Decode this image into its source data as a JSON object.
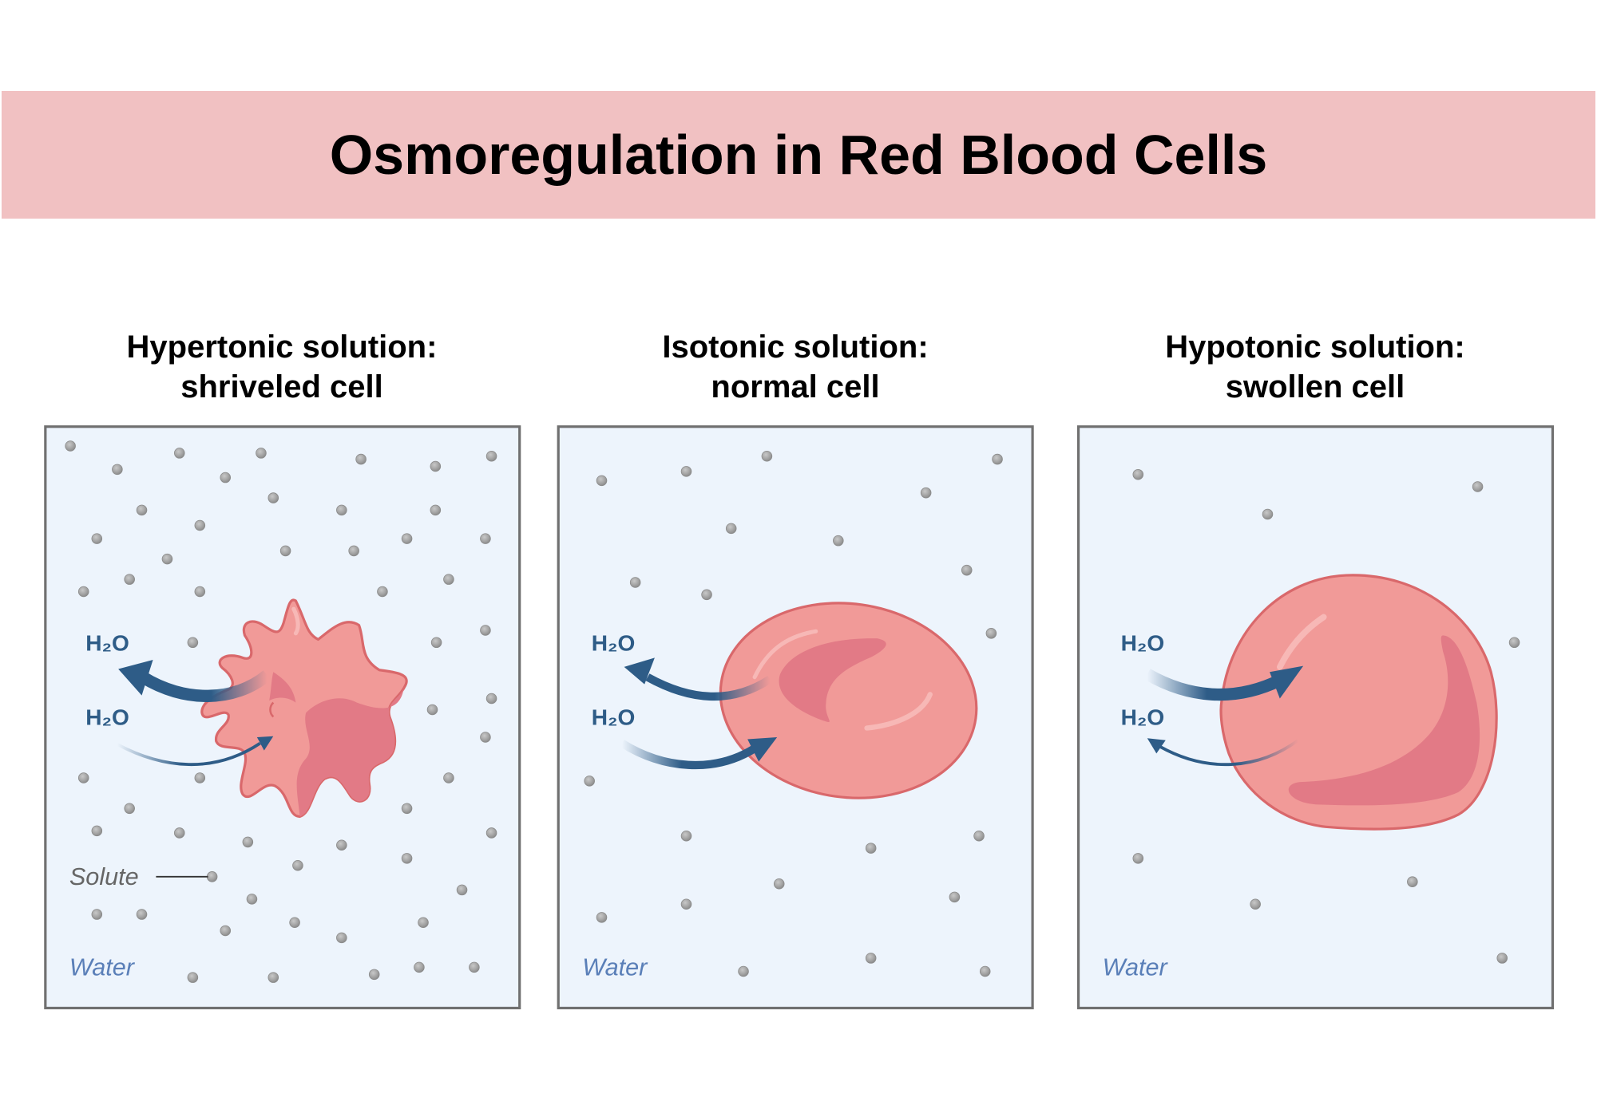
{
  "title": "Osmoregulation in Red Blood Cells",
  "colors": {
    "banner": "#F1C1C2",
    "panel_fill": "#EDF4FC",
    "panel_border": "#707070",
    "cell_fill": "#F19A98",
    "cell_stroke": "#D9686B",
    "cell_dark": "#E27A86",
    "arrow": "#2E5C87",
    "solute": "#A8A8A8"
  },
  "panels": [
    {
      "id": "hypertonic",
      "title_line1": "Hypertonic solution:",
      "title_line2": "shriveled cell",
      "water_label": "Water",
      "solute_label": "Solute",
      "h2o_top": "H₂O",
      "h2o_bottom": "H₂O",
      "cell_state": "shriveled",
      "net_flow": "out",
      "solutes": [
        [
          69,
          438
        ],
        [
          115,
          461
        ],
        [
          176,
          445
        ],
        [
          221,
          469
        ],
        [
          256,
          445
        ],
        [
          354,
          451
        ],
        [
          427,
          458
        ],
        [
          482,
          448
        ],
        [
          268,
          489
        ],
        [
          139,
          501
        ],
        [
          196,
          516
        ],
        [
          335,
          501
        ],
        [
          427,
          501
        ],
        [
          95,
          529
        ],
        [
          164,
          549
        ],
        [
          280,
          541
        ],
        [
          347,
          541
        ],
        [
          399,
          529
        ],
        [
          476,
          529
        ],
        [
          82,
          581
        ],
        [
          127,
          569
        ],
        [
          196,
          581
        ],
        [
          375,
          581
        ],
        [
          440,
          569
        ],
        [
          189,
          631
        ],
        [
          428,
          631
        ],
        [
          476,
          619
        ],
        [
          482,
          686
        ],
        [
          424,
          697
        ],
        [
          476,
          724
        ],
        [
          82,
          764
        ],
        [
          196,
          764
        ],
        [
          440,
          764
        ],
        [
          127,
          794
        ],
        [
          399,
          794
        ],
        [
          95,
          816
        ],
        [
          176,
          818
        ],
        [
          243,
          827
        ],
        [
          335,
          830
        ],
        [
          482,
          818
        ],
        [
          292,
          850
        ],
        [
          399,
          843
        ],
        [
          208,
          861
        ],
        [
          453,
          874
        ],
        [
          247,
          883
        ],
        [
          95,
          898
        ],
        [
          139,
          898
        ],
        [
          289,
          906
        ],
        [
          415,
          906
        ],
        [
          221,
          914
        ],
        [
          335,
          921
        ],
        [
          189,
          960
        ],
        [
          268,
          960
        ],
        [
          367,
          957
        ],
        [
          411,
          950
        ],
        [
          465,
          950
        ]
      ]
    },
    {
      "id": "isotonic",
      "title_line1": "Isotonic solution:",
      "title_line2": "normal cell",
      "water_label": "Water",
      "h2o_top": "H₂O",
      "h2o_bottom": "H₂O",
      "cell_state": "normal",
      "net_flow": "balanced",
      "solutes": [
        [
          590,
          472
        ],
        [
          673,
          463
        ],
        [
          752,
          448
        ],
        [
          978,
          451
        ],
        [
          908,
          484
        ],
        [
          717,
          519
        ],
        [
          822,
          531
        ],
        [
          948,
          560
        ],
        [
          623,
          572
        ],
        [
          693,
          584
        ],
        [
          972,
          622
        ],
        [
          578,
          767
        ],
        [
          673,
          821
        ],
        [
          854,
          833
        ],
        [
          960,
          821
        ],
        [
          764,
          868
        ],
        [
          936,
          881
        ],
        [
          673,
          888
        ],
        [
          590,
          901
        ],
        [
          729,
          954
        ],
        [
          854,
          941
        ],
        [
          966,
          954
        ]
      ]
    },
    {
      "id": "hypotonic",
      "title_line1": "Hypotonic solution:",
      "title_line2": "swollen cell",
      "water_label": "Water",
      "h2o_top": "H₂O",
      "h2o_bottom": "H₂O",
      "cell_state": "swollen",
      "net_flow": "in",
      "solutes": [
        [
          1116,
          466
        ],
        [
          1243,
          505
        ],
        [
          1449,
          478
        ],
        [
          1485,
          631
        ],
        [
          1116,
          843
        ],
        [
          1231,
          888
        ],
        [
          1385,
          866
        ],
        [
          1473,
          941
        ]
      ]
    }
  ]
}
